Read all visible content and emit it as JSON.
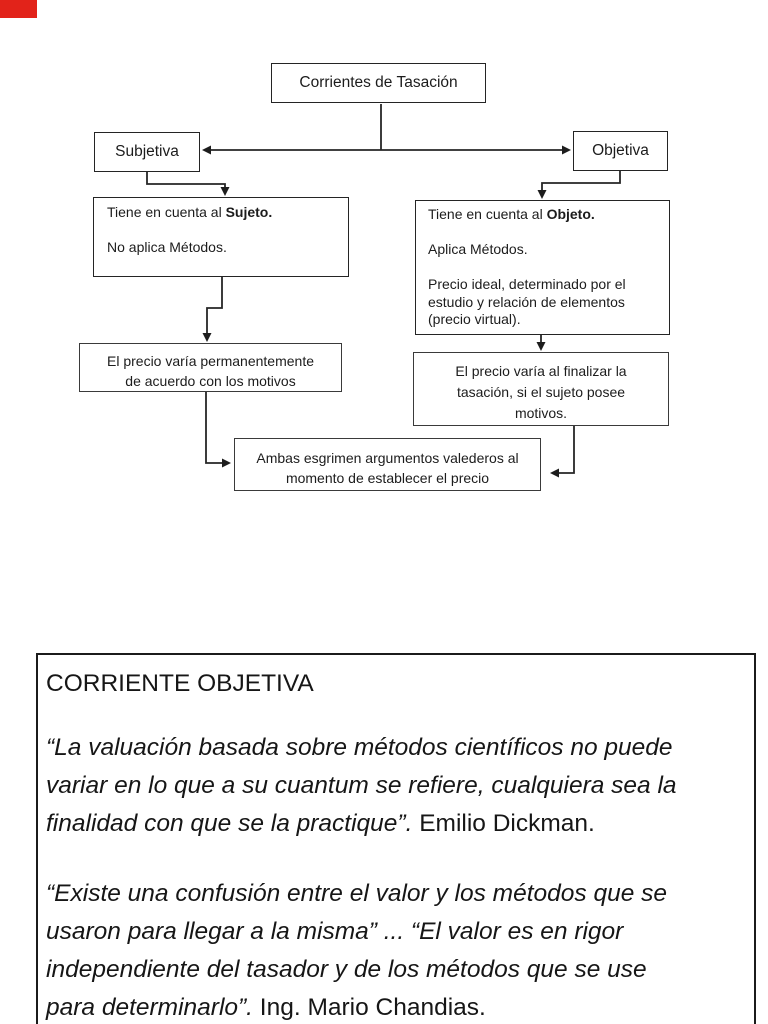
{
  "corner_marker": {
    "color": "#e2231a"
  },
  "diagram": {
    "root_label": "Corrientes de Tasación",
    "subjetiva_label": "Subjetiva",
    "objetiva_label": "Objetiva",
    "left_detail_lines": [
      [
        {
          "t": "Tiene en cuenta al ",
          "s": "r"
        },
        {
          "t": "Sujeto.",
          "s": "b"
        }
      ],
      [],
      [
        {
          "t": "No aplica Métodos.",
          "s": "r"
        }
      ]
    ],
    "right_detail_lines": [
      [
        {
          "t": "Tiene en cuenta al ",
          "s": "r"
        },
        {
          "t": "Objeto.",
          "s": "b"
        }
      ],
      [],
      [
        {
          "t": "Aplica Métodos.",
          "s": "r"
        }
      ],
      [],
      [
        {
          "t": "Precio ideal, determinado por el",
          "s": "r"
        }
      ],
      [
        {
          "t": "estudio y relación de elementos",
          "s": "r"
        }
      ],
      [
        {
          "t": "(precio virtual).",
          "s": "r"
        }
      ]
    ],
    "left_result_lines": [
      [
        {
          "t": "El precio varía permanentemente",
          "s": "r"
        }
      ],
      [
        {
          "t": "de acuerdo con los motivos",
          "s": "r"
        }
      ]
    ],
    "right_result_lines": [
      [
        {
          "t": "El precio varía al finalizar la",
          "s": "r"
        }
      ],
      [
        {
          "t": "tasación, si el sujeto posee",
          "s": "r"
        }
      ],
      [
        {
          "t": "motivos.",
          "s": "r"
        }
      ]
    ],
    "conclusion_lines": [
      [
        {
          "t": "Ambas esgrimen argumentos valederos al",
          "s": "r"
        }
      ],
      [
        {
          "t": "momento de establecer el precio",
          "s": "r"
        }
      ]
    ]
  },
  "quote_panel": {
    "title": "CORRIENTE OBJETIVA",
    "paragraph_1": [
      [
        {
          "t": "“La valuación basada sobre métodos científicos no puede",
          "s": "i"
        }
      ],
      [
        {
          "t": "variar en lo que a su cuantum se refiere, cualquiera sea la",
          "s": "i"
        }
      ],
      [
        {
          "t": "finalidad con que se la practique”.",
          "s": "i"
        },
        {
          "t": " Emilio Dickman.",
          "s": "r"
        }
      ]
    ],
    "paragraph_2": [
      [
        {
          "t": "“Existe una confusión entre el valor y los métodos que se",
          "s": "i"
        }
      ],
      [
        {
          "t": "usaron para llegar a la misma” ... “El valor es en rigor",
          "s": "i"
        }
      ],
      [
        {
          "t": "independiente del tasador y de los métodos que se use",
          "s": "i"
        }
      ],
      [
        {
          "t": "para determinarlo”.",
          "s": "i"
        },
        {
          "t": " Ing. Mario Chandias.",
          "s": "r"
        }
      ]
    ]
  }
}
